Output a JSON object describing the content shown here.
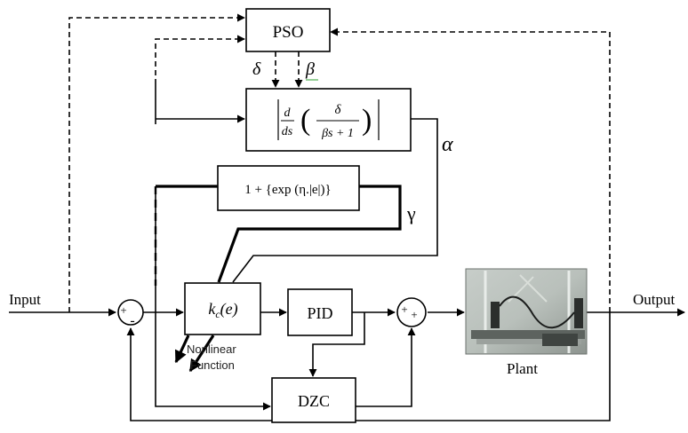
{
  "blocks": {
    "pso": "PSO",
    "pid": "PID",
    "dzc": "DZC",
    "gain_symbol": "k",
    "gain_subscript": "c",
    "gain_argument": "(e)",
    "gamma_expression": "1 + {exp (η.|e|)}",
    "alpha_numerator_d": "d",
    "alpha_denominator_ds": "ds",
    "alpha_inner_numerator": "δ",
    "alpha_inner_denominator": "βs + 1"
  },
  "signals": {
    "input": "Input",
    "output": "Output",
    "delta": "δ",
    "beta": "β",
    "alpha": "α",
    "gamma": "γ"
  },
  "labels": {
    "plant": "Plant",
    "nonlinear_line1": "Nonlinear",
    "nonlinear_line2": "Function"
  },
  "summing_junctions": {
    "left_top": "+",
    "left_bottom": "-",
    "right_top": "+",
    "right_bottom": "+"
  }
}
